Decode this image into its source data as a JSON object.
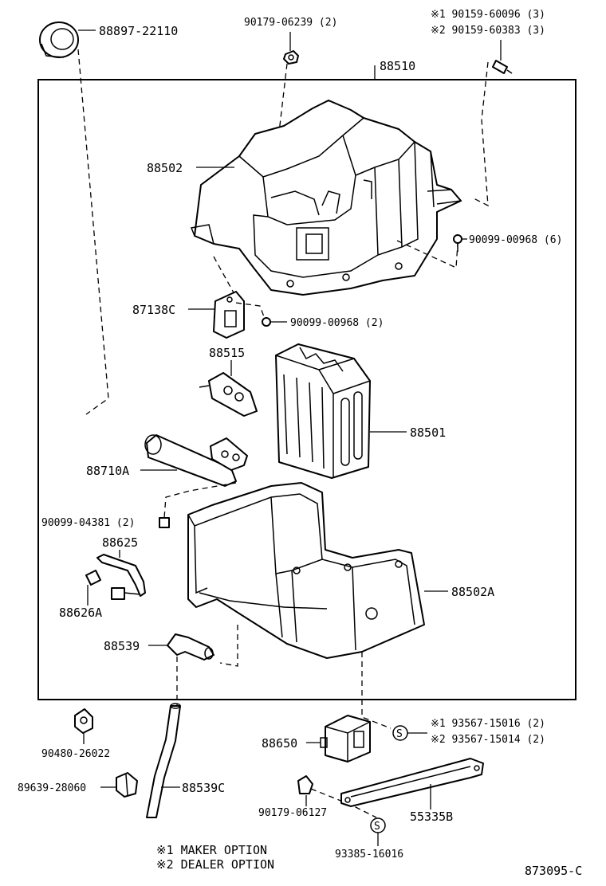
{
  "parts": {
    "p88897": "88897-22110",
    "p90179a": "90179-06239 (2)",
    "p90159_1": "※1 90159-60096 (3)",
    "p90159_2": "※2 90159-60383 (3)",
    "p88510": "88510",
    "p88502": "88502",
    "p90099_6": "90099-00968 (6)",
    "p87138c": "87138C",
    "p90099_2": "90099-00968 (2)",
    "p88515": "88515",
    "p88501": "88501",
    "p88710a": "88710A",
    "p90099_04381": "90099-04381 (2)",
    "p88625": "88625",
    "p88626a": "88626A",
    "p88502a": "88502A",
    "p88539": "88539",
    "p90480": "90480-26022",
    "p93567_1": "※1 93567-15016 (2)",
    "p93567_2": "※2 93567-15014 (2)",
    "p88650": "88650",
    "p89639": "89639-28060",
    "p88539c": "88539C",
    "p90179b": "90179-06127",
    "p55335b": "55335B",
    "p93385": "93385-16016",
    "s_mark_1": "S",
    "s_mark_2": "S"
  },
  "notes": {
    "maker": "※1 MAKER OPTION",
    "dealer": "※2 DEALER OPTION"
  },
  "diagram_code": "873095-C"
}
